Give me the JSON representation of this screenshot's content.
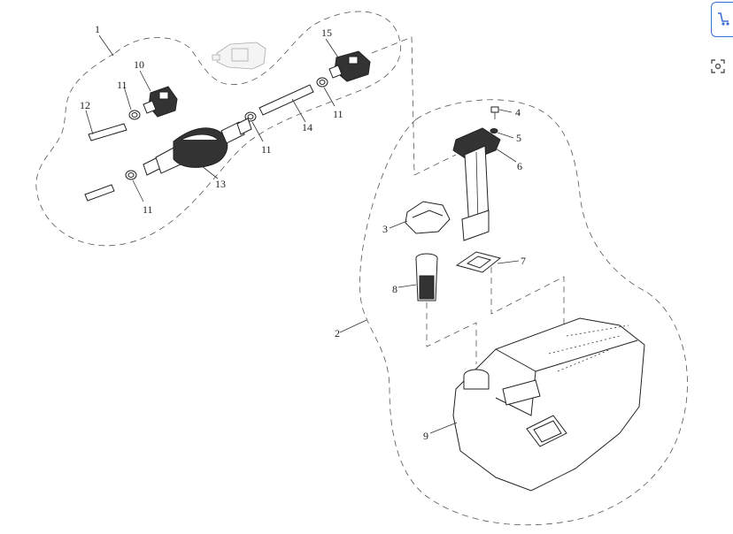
{
  "diagram": {
    "labels": {
      "l1": "1",
      "l2": "2",
      "l3": "3",
      "l4": "4",
      "l5": "5",
      "l6": "6",
      "l7": "7",
      "l8": "8",
      "l9": "9",
      "l10": "10",
      "l11a": "11",
      "l11b": "11",
      "l11c": "11",
      "l11d": "11",
      "l12": "12",
      "l13": "13",
      "l14": "14",
      "l15": "15"
    }
  },
  "side_tools": {
    "icons": [
      "shopping-cart-icon",
      "screenshot-scan-icon"
    ],
    "accent": "#3b6fd4"
  }
}
